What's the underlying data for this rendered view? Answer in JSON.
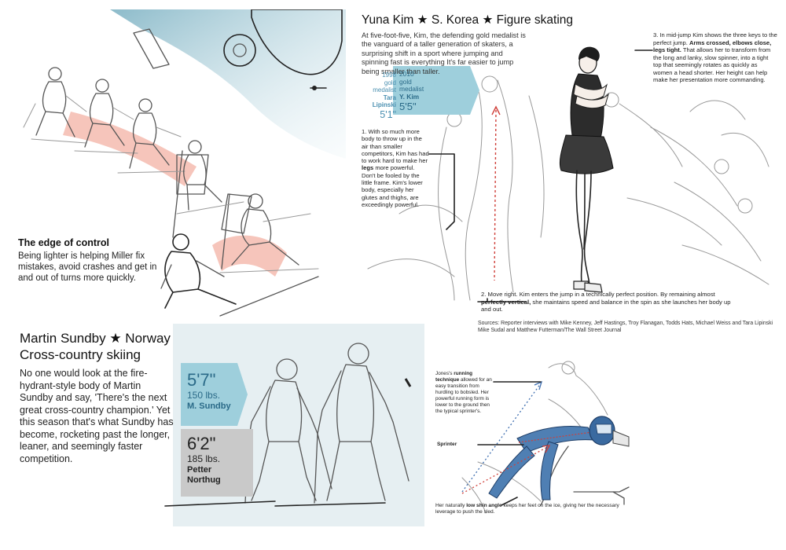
{
  "miller": {
    "heading": "The edge of control",
    "body": "Being lighter is helping Miller fix mistakes, avoid crashes and get in and out of turns more quickly."
  },
  "kim": {
    "title": "Yuna Kim ★ S. Korea ★ Figure skating",
    "intro": "At five-foot-five, Kim, the defending gold medalist is the vanguard of a taller generation of skaters, a surprising shift in a sport where jumping and spinning fast is everything It's far easier to jump being smaller than taller.",
    "medal_1998": {
      "year": "1998",
      "label1": "gold",
      "label2": "medalist",
      "name1": "Tara",
      "name2": "Lipinski",
      "height": "5'1\""
    },
    "medal_2010": {
      "year": "2010",
      "label1": "gold",
      "label2": "medalist",
      "name": "Y. Kim",
      "height": "5'5\""
    },
    "note1": {
      "lead": "1. With so much more body to throw up in the air than smaller competitors, Kim has had to work hard to make her ",
      "bold": "legs",
      "tail": " more powerful. Don't be fooled by the little frame. Kim's lower body, especially her glutes and thighs, are exceedingly powerful."
    },
    "note2": {
      "lead": "2. Move right. Kim enters the jump in a technically perfect position. By remaining almost ",
      "bold": "perfectly vertical,",
      "tail": " she maintains speed and balance in the spin as she launches her body up and out."
    },
    "note3": {
      "lead": "3. In mid-jump Kim shows the three keys to the perfect jump. ",
      "bold": "Arms crossed, elbows close, legs tight.",
      "tail": " That allows her to transform from the long and lanky, slow spinner, into a tight top that seemingly rotates as quickly as women a head shorter. Her height can help make her presentation more commanding."
    },
    "sources": "Sources: Reporter interviews with Mike Kenney, Jeff Hastings, Troy Flanagan, Todds Hats, Michael Weiss and Tara Lipinski Mike Sudal and Matthew Futterman/The Wall Street Journal"
  },
  "sundby": {
    "title_name": "Martin Sundby",
    "title_country": " ★ Norway",
    "title_sport": "Cross-country skiing",
    "body": "No one would look at the fire-hydrant-style body of Martin Sundby and say, 'There's the next great cross-country champion.' Yet this season that's what Sundby has become, rocketing past the longer, leaner, and seemingly faster competition.",
    "skier1": {
      "height": "5'7\"",
      "weight": "150 lbs.",
      "name": "M. Sundby"
    },
    "skier2": {
      "height": "6'2\"",
      "weight": "185 lbs.",
      "name1": "Petter",
      "name2": "Northug"
    }
  },
  "jones": {
    "note1": {
      "lead": "Jones's ",
      "bold": "running technique",
      "tail": " allowed for an easy transition from hurdling to bobsled. Her powerful running form is lower to the ground then the typical sprinter's."
    },
    "sprinter_label": "Sprinter",
    "note2": {
      "lead": "Her naturally ",
      "bold": "low shin angle",
      "tail": " keeps her feet on the ice, giving her the necessary leverage to push the sled."
    }
  },
  "colors": {
    "accent_blue": "#9ecfdc",
    "accent_blue_text": "#2a6a88",
    "salmon": "#f3b2a4",
    "sled_blue": "#4f7fb3",
    "arrow_red": "#d0403a",
    "arrow_blue": "#3f6fb0"
  }
}
